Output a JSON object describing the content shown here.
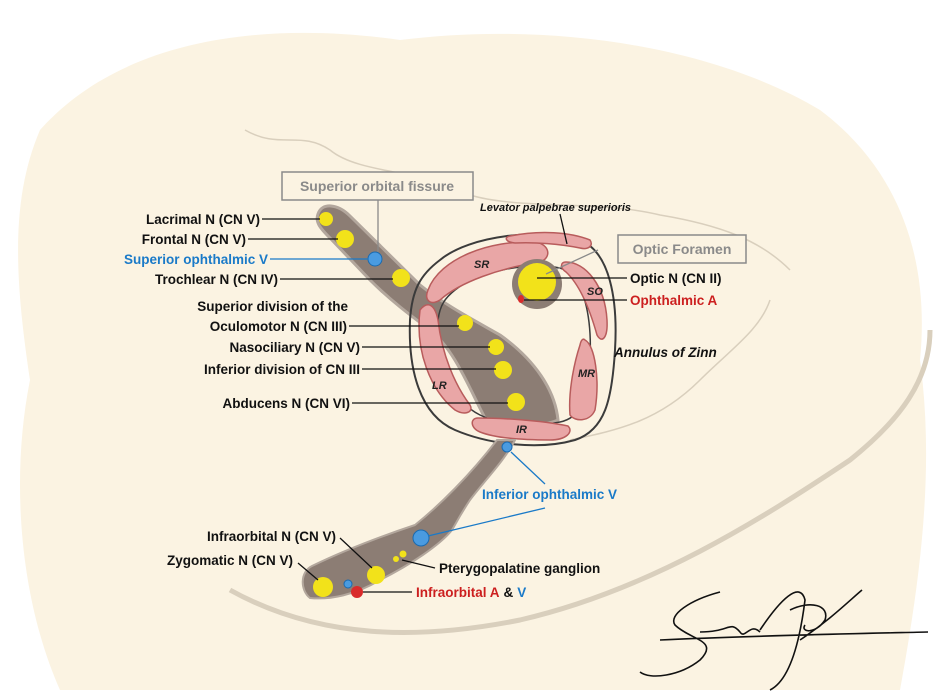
{
  "title_boxes": {
    "superior_orbital_fissure": "Superior orbital fissure",
    "optic_foramen": "Optic Foramen"
  },
  "left_labels": {
    "lacrimal": "Lacrimal N (CN V)",
    "frontal": "Frontal N (CN V)",
    "superior_ophthalmic_v": "Superior ophthalmic V",
    "trochlear": "Trochlear N (CN IV)",
    "sup_div_line1": "Superior division of the",
    "sup_div_line2": "Oculomotor N (CN III)",
    "nasociliary": "Nasociliary N (CN V)",
    "inf_div": "Inferior division of CN III",
    "abducens": "Abducens N (CN VI)"
  },
  "right_labels": {
    "levator": "Levator palpebrae superioris",
    "optic_n": "Optic N (CN II)",
    "ophthalmic_a": "Ophthalmic A",
    "annulus": "Annulus of Zinn"
  },
  "muscles": {
    "sr": "SR",
    "so": "SO",
    "lr": "LR",
    "mr": "MR",
    "ir": "IR"
  },
  "lower_labels": {
    "inferior_ophthalmic_v": "Inferior ophthalmic V",
    "infraorbital_n": "Infraorbital N (CN V)",
    "zygomatic_n": "Zygomatic N (CN V)",
    "pterygopalatine": "Pterygopalatine ganglion",
    "infraorbital_a": "Infraorbital A",
    "amp": "&",
    "infraorbital_v": "V"
  },
  "colors": {
    "background": "#fbf3e2",
    "fissure": "#8c7d74",
    "nerve": "#f2e21a",
    "vein": "#4a9be0",
    "artery": "#d92b2b",
    "muscle": "#e9a6a6",
    "blue_text": "#1a7ac8",
    "red_text": "#cc1f1f"
  }
}
